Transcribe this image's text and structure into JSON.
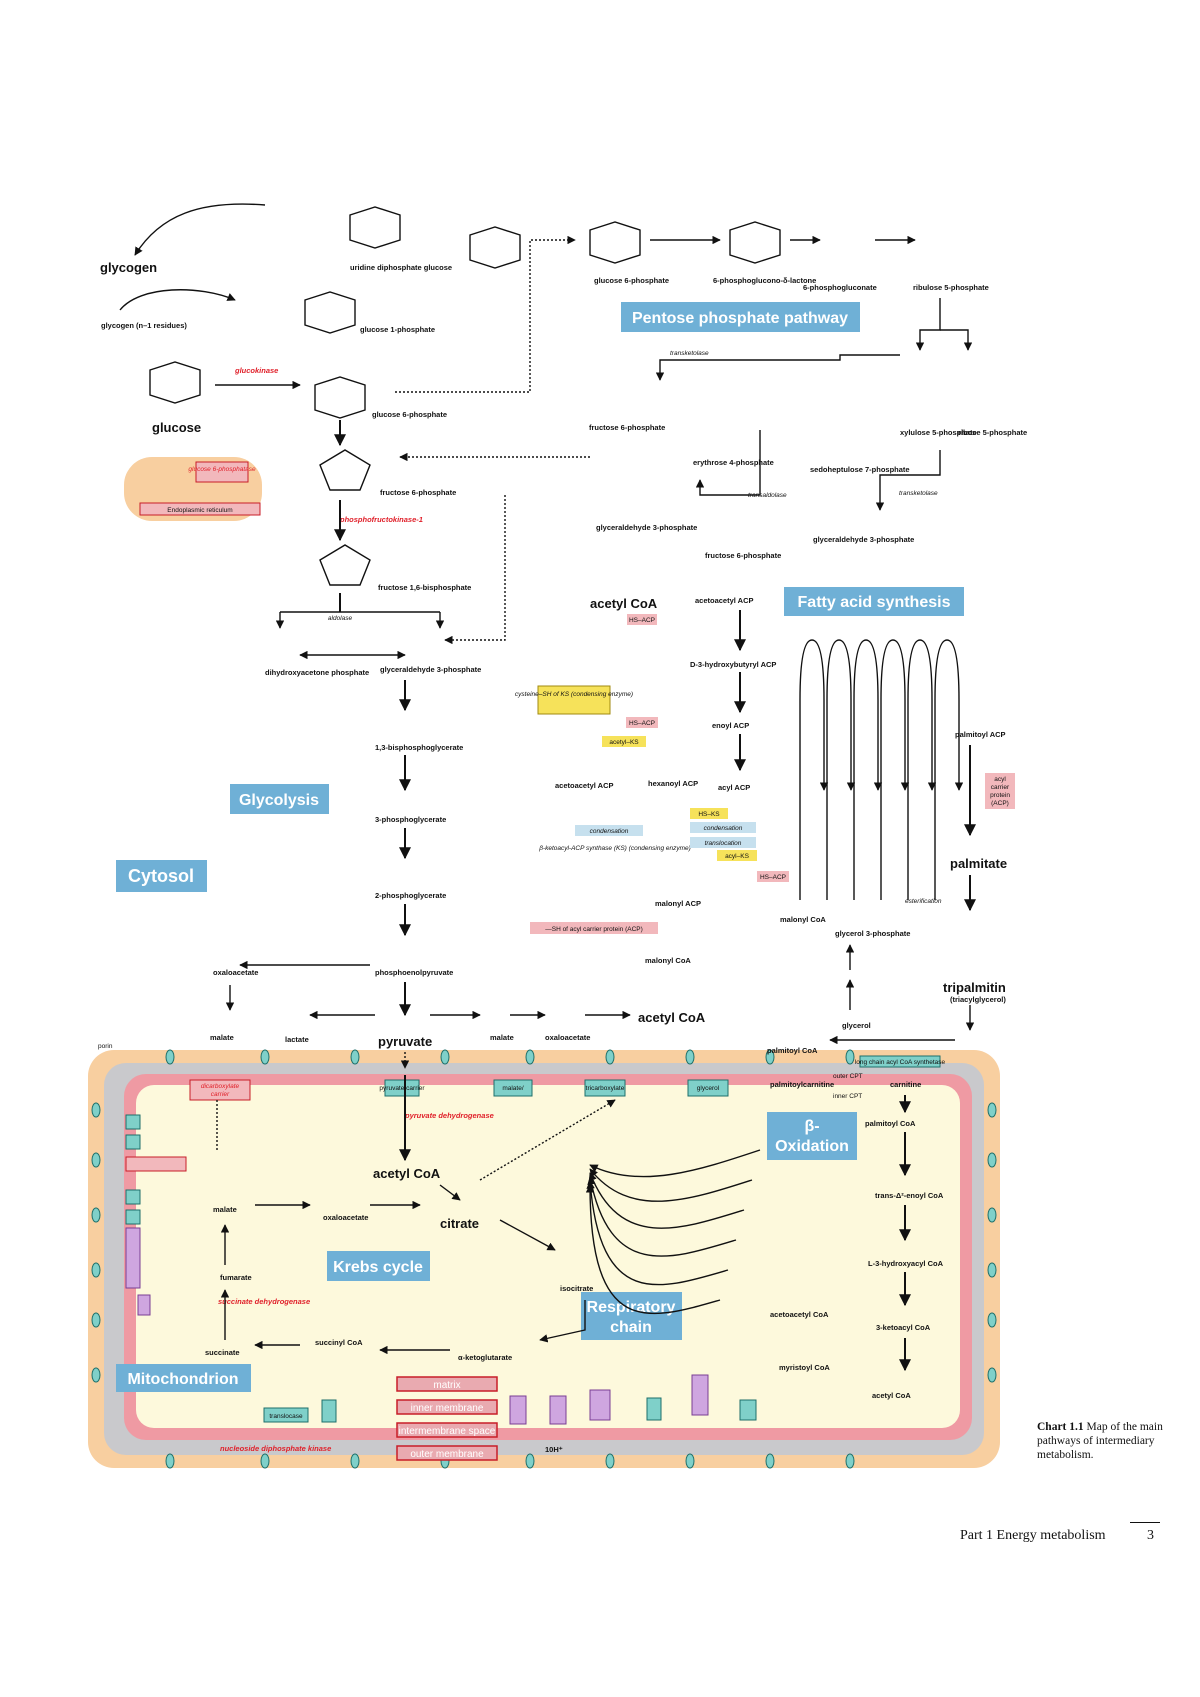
{
  "sections": {
    "pentose": "Pentose phosphate pathway",
    "fatty_acid": "Fatty acid synthesis",
    "glycolysis": "Glycolysis",
    "cytosol": "Cytosol",
    "beta_oxidation_1": "β-",
    "beta_oxidation_2": "Oxidation",
    "krebs": "Krebs cycle",
    "respiratory_1": "Respiratory",
    "respiratory_2": "chain",
    "mitochondrion": "Mitochondrion"
  },
  "legend": [
    "matrix",
    "inner membrane",
    "intermembrane space",
    "outer membrane"
  ],
  "metabolites": {
    "glycogen": "glycogen",
    "glycogen_n1": "glycogen (n–1 residues)",
    "glucose": "glucose",
    "glucose_1p": "glucose 1-phosphate",
    "glucose_6p": "glucose 6-phosphate",
    "udp_glucose": "uridine diphosphate glucose",
    "fructose_6p": "fructose 6-phosphate",
    "fructose_16bp": "fructose 1,6-bisphosphate",
    "dhap": "dihydroxyacetone phosphate",
    "g3p": "glyceraldehyde 3-phosphate",
    "bpg13": "1,3-bisphosphoglycerate",
    "pg3": "3-phosphoglycerate",
    "pg2": "2-phosphoglycerate",
    "pep": "phosphoenolpyruvate",
    "pyruvate": "pyruvate",
    "lactate": "lactate",
    "malate": "malate",
    "oxaloacetate": "oxaloacetate",
    "acetyl_coa": "acetyl CoA",
    "citrate": "citrate",
    "isocitrate": "isocitrate",
    "oxoglutarate": "α-ketoglutarate",
    "succinyl_coa": "succinyl CoA",
    "succinate": "succinate",
    "fumarate": "fumarate",
    "glucose_6p_pp": "glucose 6-phosphate",
    "phosphogluconolactone": "6-phosphoglucono-δ-lactone",
    "phosphogluconate": "6-phosphogluconate",
    "ribulose_5p": "ribulose 5-phosphate",
    "xylulose_5p": "xylulose 5-phosphate",
    "ribose_5p": "ribose 5-phosphate",
    "sedoheptulose_7p": "sedoheptulose 7-phosphate",
    "erythrose_4p": "erythrose 4-phosphate",
    "fructose_6p_pp": "fructose 6-phosphate",
    "g3p_pp": "glyceraldehyde 3-phosphate",
    "acetoacetyl_acp": "acetoacetyl ACP",
    "hydroxybutyryl_acp": "D-3-hydroxybutyryl ACP",
    "enoyl_acp": "enoyl ACP",
    "acyl_acp": "acyl ACP",
    "hexanoyl_acp": "hexanoyl ACP",
    "malonyl_acp": "malonyl ACP",
    "malonyl_coa": "malonyl CoA",
    "palmitoyl_acp": "palmitoyl ACP",
    "palmitate": "palmitate",
    "tripalmitin": "tripalmitin",
    "triacylglycerol": "(triacylglycerol)",
    "glycerol": "glycerol",
    "glycerol_3p": "glycerol 3-phosphate",
    "palmitoyl_coa": "palmitoyl CoA",
    "palmitoylcarnitine": "palmitoylcarnitine",
    "carnitine": "carnitine",
    "myristoyl_coa": "myristoyl CoA",
    "ketoacyl_coa": "3-ketoacyl CoA",
    "hydroxyacyl_coa": "L-3-hydroxyacyl CoA",
    "enoyl_coa": "trans-Δ²-enoyl CoA",
    "acetyl_coa_beta": "acetyl CoA",
    "acetoacetyl_coa": "acetoacetyl CoA"
  },
  "enzymes": {
    "glucokinase": "glucokinase",
    "g6pase": "glucose 6-phosphatase",
    "er": "Endoplasmic reticulum",
    "pfk": "phosphofructokinase-1",
    "pdh": "pyruvate dehydrogenase",
    "sdh": "succinate dehydrogenase",
    "ndk": "nucleoside diphosphate kinase",
    "ks_cond": "condensation",
    "ks_trans": "translocation",
    "acyl_ks": "acyl–KS",
    "hs_ks": "HS–KS",
    "hs_acp": "HS–ACP",
    "acetyl_ks": "acetyl–KS",
    "cysteine_sh": "cysteine–SH of KS (condensing enzyme)",
    "sh_acp": "—SH of acyl carrier protein (ACP)",
    "ks_name": "β-ketoacyl-ACP synthase (KS) (condensing enzyme)",
    "acp_label": "acyl carrier protein (ACP)",
    "dicarboxylate": "dicarboxylate carrier",
    "pyruvate_carrier": "pyruvate carrier",
    "malate_shuttle": "malate/ aspartate shuttle",
    "tricarboxylate": "tricarboxylate carrier",
    "glycerol_shuttle": "glycerol phosphate shuttle",
    "translocase": "translocase",
    "lcacs": "long chain acyl CoA synthetase",
    "porin": "porin",
    "outer_cpt": "outer CPT",
    "inner_cpt": "inner CPT",
    "aldolase": "aldolase",
    "transketolase": "transketolase",
    "transaldolase": "transaldolase",
    "esterification": "esterification"
  },
  "caption": {
    "label": "Chart 1.1",
    "text": "Map of the main pathways of intermediary metabolism."
  },
  "footer": {
    "part": "Part 1  Energy metabolism",
    "page": "3"
  }
}
